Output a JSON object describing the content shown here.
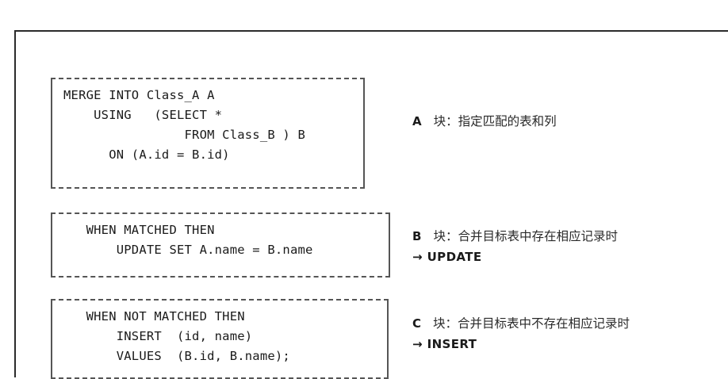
{
  "figure": {
    "frame_color": "#2b2b2b",
    "block_border_color": "#555555",
    "text_color": "#1a1a1a"
  },
  "code_blocks": [
    {
      "id": "A",
      "lines": [
        "MERGE INTO Class_A A",
        "    USING   (SELECT *",
        "                FROM Class_B ) B",
        "      ON (A.id = B.id)"
      ],
      "text": "MERGE INTO Class_A A\n    USING   (SELECT *\n                FROM Class_B ) B\n      ON (A.id = B.id)"
    },
    {
      "id": "B",
      "lines": [
        "   WHEN MATCHED THEN",
        "       UPDATE SET A.name = B.name"
      ],
      "text": "   WHEN MATCHED THEN\n       UPDATE SET A.name = B.name"
    },
    {
      "id": "C",
      "lines": [
        "   WHEN NOT MATCHED THEN",
        "       INSERT  (id, name)",
        "       VALUES  (B.id, B.name);"
      ],
      "text": "   WHEN NOT MATCHED THEN\n       INSERT  (id, name)\n       VALUES  (B.id, B.name);"
    }
  ],
  "annotations": [
    {
      "letter": "A",
      "description": "块：指定匹配的表和列",
      "arrow": "",
      "result": ""
    },
    {
      "letter": "B",
      "description": "块：合并目标表中存在相应记录时",
      "arrow": "→",
      "result": "UPDATE"
    },
    {
      "letter": "C",
      "description": "块：合并目标表中不存在相应记录时",
      "arrow": "→",
      "result": "INSERT"
    }
  ]
}
